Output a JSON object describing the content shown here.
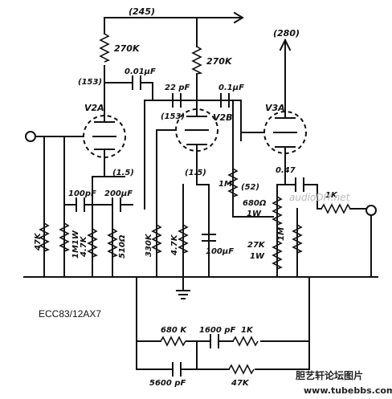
{
  "labels": {
    "v_245": "(245)",
    "v_280": "(280)",
    "v_153a": "(153)",
    "v_153b": "(153)",
    "v_15a": "(1.5)",
    "v_15b": "(1.5)",
    "v_52": "(52)",
    "r_270k_a": "270K",
    "r_270k_b": "270K",
    "c_001": "0.01μF",
    "c_22p": "22 pF",
    "c_01": "0.1μF",
    "c_047": "0.47",
    "c_100pf": "100pF",
    "c_200uf": "200μF",
    "c_100uf": "100μF",
    "r_47k": "47K",
    "r_1m1w": "1M1W",
    "r_47k_cat": "4.7K",
    "r_510": "510Ω",
    "r_330k": "330K",
    "r_47k_b": "4.7K",
    "r_1m_b": "1M",
    "r_680": "680Ω",
    "r_1w_a": "1W",
    "r_27k": "27K",
    "r_1w_b": "1W",
    "r_1m_c": "1M",
    "r_1k": "1K",
    "tube_v2a": "V2A",
    "tube_v2b": "V2B",
    "tube_v3a": "V3A",
    "fb_680k": "680 K",
    "fb_1600pf": "1600 pF",
    "fb_1k": "1K",
    "fb_5600pf": "5600 pF",
    "fb_47k": "47K",
    "tube_type": "ECC83/12AX7",
    "watermark": "audioDIY.net",
    "site_name": "胆艺轩论坛图片",
    "site_url": "www.tubebbs.com"
  }
}
